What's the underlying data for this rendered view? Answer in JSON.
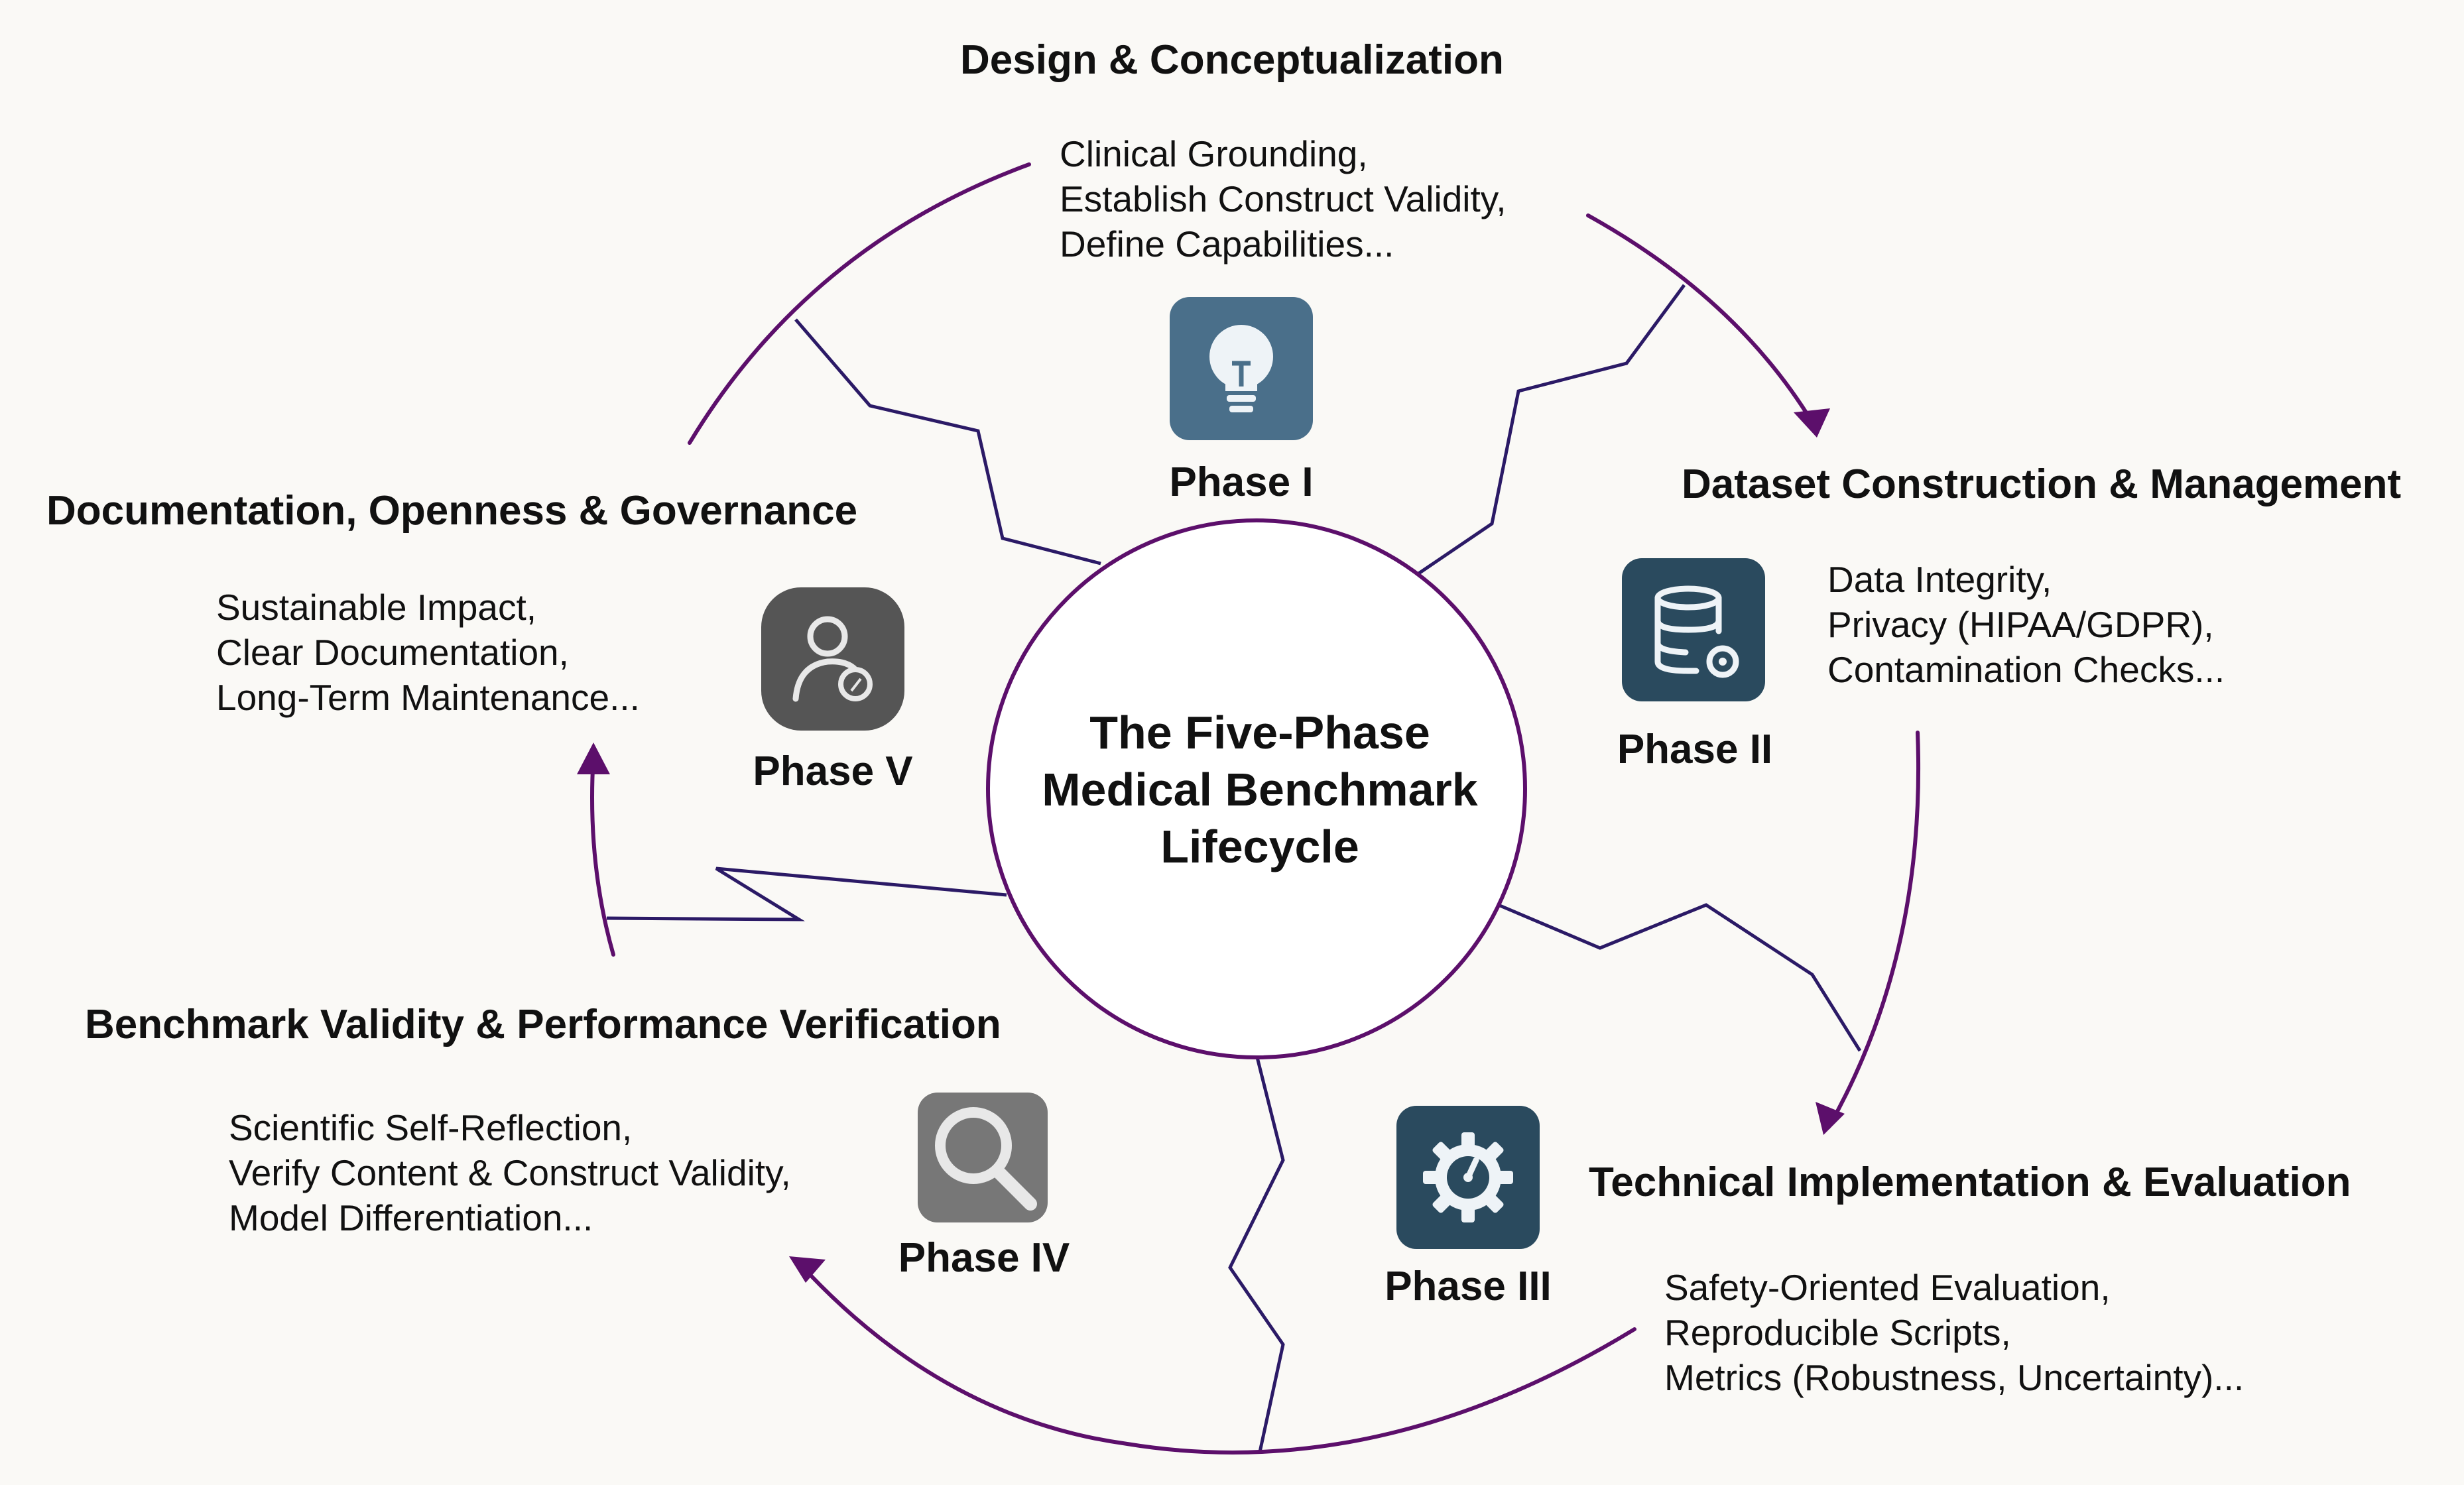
{
  "center": {
    "line1": "The Five-Phase",
    "line2": "Medical Benchmark",
    "line3": "Lifecycle"
  },
  "phases": [
    {
      "label": "Phase I",
      "heading": "Design & Conceptualization",
      "items": [
        "Clinical Grounding,",
        "Establish Construct Validity,",
        "Define Capabilities..."
      ],
      "icon": "lightbulb-icon",
      "icon_color": "#4a6f8a"
    },
    {
      "label": "Phase II",
      "heading": "Dataset Construction & Management",
      "items": [
        "Data Integrity,",
        "Privacy (HIPAA/GDPR),",
        "Contamination Checks..."
      ],
      "icon": "database-icon",
      "icon_color": "#2a4a5e"
    },
    {
      "label": "Phase III",
      "heading": "Technical Implementation & Evaluation",
      "items": [
        "Safety-Oriented Evaluation,",
        "Reproducible Scripts,",
        "Metrics (Robustness, Uncertainty)..."
      ],
      "icon": "gear-icon",
      "icon_color": "#2a4a5e"
    },
    {
      "label": "Phase IV",
      "heading": "Benchmark Validity & Performance Verification",
      "items": [
        "Scientific Self-Reflection,",
        "Verify Content & Construct Validity,",
        "Model Differentiation..."
      ],
      "icon": "magnifier-icon",
      "icon_color": "#777777"
    },
    {
      "label": "Phase V",
      "heading": "Documentation, Openness & Governance",
      "items": [
        "Sustainable Impact,",
        "Clear Documentation,",
        "Long-Term Maintenance..."
      ],
      "icon": "user-icon",
      "icon_color": "#555555"
    }
  ],
  "colors": {
    "cycle_arrow": "#5c0f6b",
    "connector": "#2b1a66",
    "center_circle": "#5c0f6b"
  }
}
